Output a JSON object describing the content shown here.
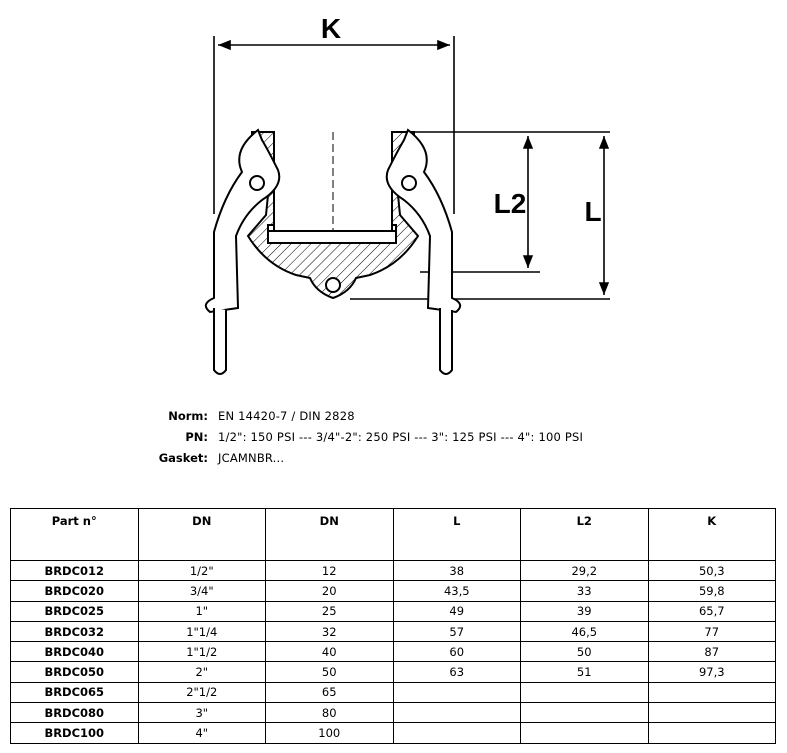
{
  "drawing": {
    "dim_k": "K",
    "dim_l2": "L2",
    "dim_l": "L"
  },
  "specs": [
    {
      "key": "Norm:",
      "value": "EN 14420-7 / DIN 2828"
    },
    {
      "key": "PN:",
      "value": "1/2\": 150 PSI --- 3/4\"-2\": 250 PSI --- 3\": 125 PSI --- 4\": 100 PSI"
    },
    {
      "key": "Gasket:",
      "value": "JCAMNBR..."
    }
  ],
  "table": {
    "headers": [
      "Part n°",
      "DN",
      "DN",
      "L",
      "L2",
      "K"
    ],
    "rows": [
      [
        "BRDC012",
        "1/2\"",
        "12",
        "38",
        "29,2",
        "50,3"
      ],
      [
        "BRDC020",
        "3/4\"",
        "20",
        "43,5",
        "33",
        "59,8"
      ],
      [
        "BRDC025",
        "1\"",
        "25",
        "49",
        "39",
        "65,7"
      ],
      [
        "BRDC032",
        "1\"1/4",
        "32",
        "57",
        "46,5",
        "77"
      ],
      [
        "BRDC040",
        "1\"1/2",
        "40",
        "60",
        "50",
        "87"
      ],
      [
        "BRDC050",
        "2\"",
        "50",
        "63",
        "51",
        "97,3"
      ],
      [
        "BRDC065",
        "2\"1/2",
        "65",
        "",
        "",
        ""
      ],
      [
        "BRDC080",
        "3\"",
        "80",
        "",
        "",
        ""
      ],
      [
        "BRDC100",
        "4\"",
        "100",
        "",
        "",
        ""
      ]
    ]
  }
}
